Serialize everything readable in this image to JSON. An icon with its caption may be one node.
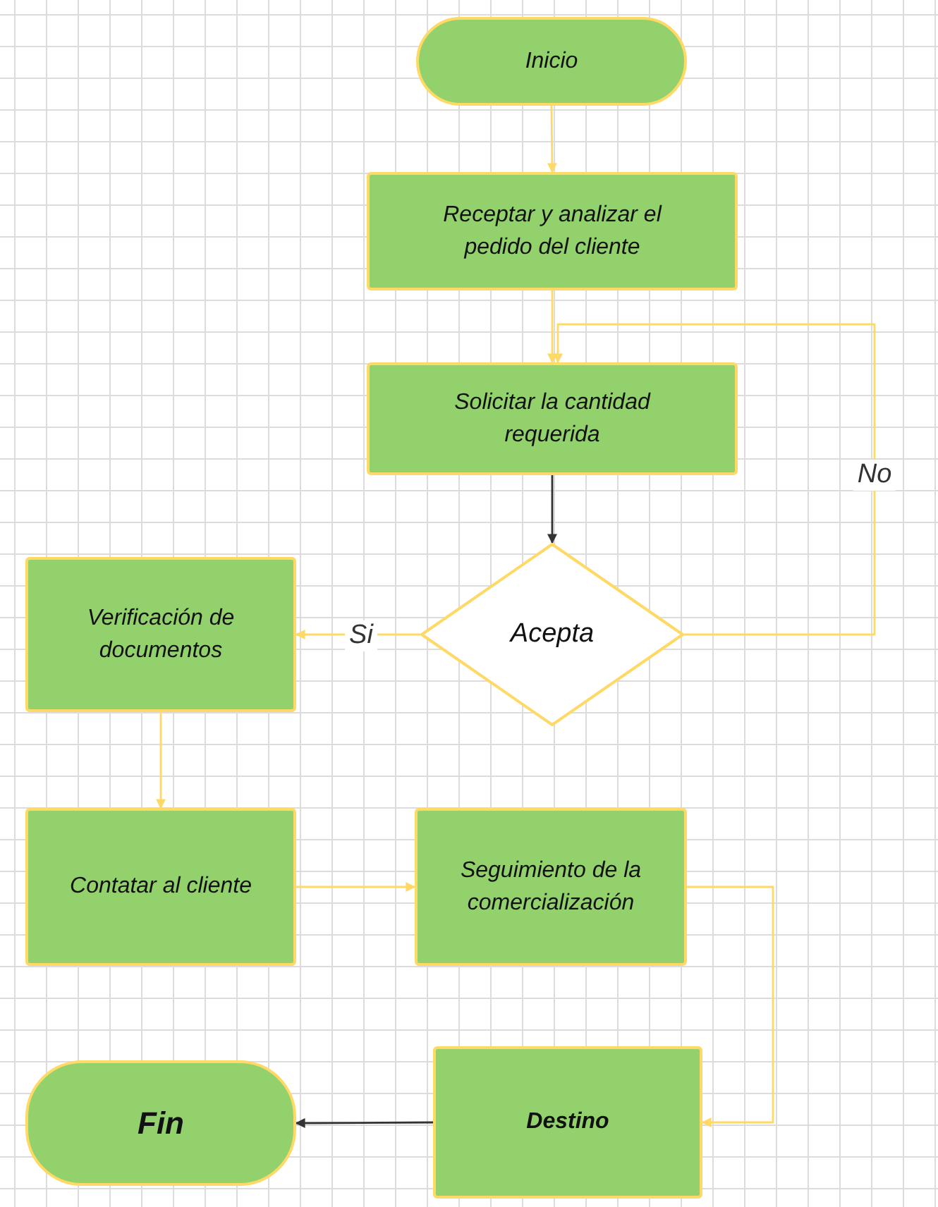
{
  "diagram": {
    "nodes": [
      {
        "text": [
          "Inicio"
        ]
      },
      {
        "text": [
          "Receptar y analizar el pedido del cliente"
        ]
      },
      {
        "text": [
          "Solicitar la cantidad requerida"
        ]
      },
      {
        "text": [
          "Acepta"
        ]
      },
      {
        "text": [
          "Verificación de documentos"
        ]
      },
      {
        "text": [
          "Contatar al cliente"
        ]
      },
      {
        "text": [
          "Seguimiento de la comercialización"
        ]
      },
      {
        "text": [
          "Fin"
        ]
      },
      {
        "text": [
          "Destino"
        ]
      }
    ],
    "edges": [
      {
        "from": 0,
        "to": 1,
        "arrow": "to"
      },
      {
        "from": 1,
        "to": 2,
        "arrow": "to"
      },
      {
        "from": 2,
        "to": 3,
        "arrow": "to",
        "color": "#333333"
      },
      {
        "from": 3,
        "to": 4,
        "arrow": "to",
        "label": "Si"
      },
      {
        "from": 3,
        "to": 2,
        "arrow": "to",
        "label": "No"
      },
      {
        "from": 4,
        "to": 5,
        "arrow": "to"
      },
      {
        "from": 5,
        "to": 6,
        "arrow": "to"
      },
      {
        "from": 6,
        "to": 8,
        "arrow": "to"
      },
      {
        "from": 8,
        "to": 7,
        "arrow": "to",
        "color": "#333333"
      }
    ]
  }
}
